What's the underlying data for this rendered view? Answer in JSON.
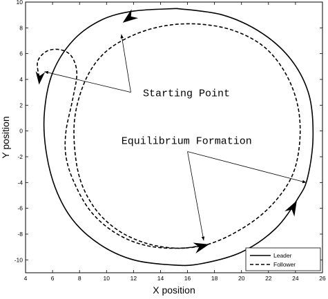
{
  "chart_data": {
    "type": "line",
    "xlabel": "X position",
    "ylabel": "Y position",
    "xlim": [
      4,
      26
    ],
    "ylim": [
      -11,
      10
    ],
    "xticks": [
      4,
      6,
      8,
      10,
      12,
      14,
      16,
      18,
      20,
      22,
      24,
      26
    ],
    "yticks": [
      -10,
      -8,
      -6,
      -4,
      -2,
      0,
      2,
      4,
      6,
      8,
      10
    ],
    "grid": false,
    "legend_position": "bottom-right",
    "series": [
      {
        "name": "Leader",
        "style": "solid",
        "points": [
          [
            15.2,
            9.5
          ],
          [
            18.6,
            9.0
          ],
          [
            21.5,
            7.6
          ],
          [
            23.7,
            5.5
          ],
          [
            25.0,
            2.8
          ],
          [
            25.3,
            -0.5
          ],
          [
            24.9,
            -3.6
          ],
          [
            24.2,
            -5.2
          ],
          [
            22.5,
            -7.6
          ],
          [
            20.0,
            -9.4
          ],
          [
            17.0,
            -10.3
          ],
          [
            15.0,
            -10.4
          ],
          [
            12.0,
            -10.0
          ],
          [
            9.5,
            -8.8
          ],
          [
            7.5,
            -6.9
          ],
          [
            6.2,
            -4.4
          ],
          [
            5.5,
            -1.4
          ],
          [
            5.4,
            1.5
          ],
          [
            6.0,
            4.5
          ],
          [
            7.5,
            7.0
          ],
          [
            9.6,
            8.6
          ],
          [
            12.0,
            9.3
          ],
          [
            15.2,
            9.5
          ]
        ]
      },
      {
        "name": "Follower",
        "style": "dashed",
        "points": [
          [
            5.0,
            4.2
          ],
          [
            4.9,
            5.4
          ],
          [
            5.6,
            6.2
          ],
          [
            6.6,
            6.3
          ],
          [
            7.4,
            5.8
          ],
          [
            7.8,
            4.5
          ],
          [
            7.5,
            2.5
          ],
          [
            7.0,
            0.0
          ],
          [
            7.0,
            -2.0
          ],
          [
            7.6,
            -4.0
          ],
          [
            8.8,
            -6.2
          ],
          [
            10.5,
            -7.8
          ],
          [
            12.6,
            -8.8
          ],
          [
            15.0,
            -9.1
          ],
          [
            17.5,
            -8.8
          ],
          [
            20.0,
            -7.6
          ],
          [
            22.1,
            -5.9
          ],
          [
            23.7,
            -3.6
          ],
          [
            24.3,
            -1.0
          ],
          [
            24.2,
            1.8
          ],
          [
            23.3,
            4.4
          ],
          [
            21.7,
            6.5
          ],
          [
            19.4,
            7.8
          ],
          [
            16.7,
            8.3
          ],
          [
            14.0,
            8.1
          ],
          [
            11.5,
            7.2
          ],
          [
            9.6,
            5.8
          ],
          [
            8.3,
            3.6
          ],
          [
            7.6,
            0.5
          ],
          [
            7.9,
            -3.2
          ],
          [
            9.0,
            -5.8
          ],
          [
            10.7,
            -7.6
          ],
          [
            12.9,
            -8.7
          ],
          [
            15.3,
            -9.1
          ],
          [
            17.6,
            -8.8
          ]
        ]
      }
    ],
    "markers": [
      {
        "at": [
          11.2,
          8.4
        ],
        "dir": [
          -1.0,
          -0.75
        ],
        "size": 1
      },
      {
        "at": [
          5.0,
          3.6
        ],
        "dir": [
          -0.1,
          -1.0
        ],
        "size": 0.85
      },
      {
        "at": [
          24.1,
          -5.4
        ],
        "dir": [
          0.55,
          1.0
        ],
        "size": 1
      },
      {
        "at": [
          17.6,
          -8.8
        ],
        "dir": [
          1.0,
          0.25
        ],
        "size": 1
      }
    ],
    "annotations": [
      {
        "text": "Starting Point",
        "text_at": [
          12.7,
          2.7
        ],
        "anchor": [
          11.8,
          3.0
        ],
        "arrows_to": [
          [
            11.1,
            7.5
          ],
          [
            5.4,
            4.6
          ]
        ]
      },
      {
        "text": "Equilibrium Formation",
        "text_at": [
          11.1,
          -1.0
        ],
        "anchor": [
          16.0,
          -1.6
        ],
        "arrows_to": [
          [
            24.8,
            -4.0
          ],
          [
            17.2,
            -8.5
          ]
        ]
      }
    ]
  }
}
